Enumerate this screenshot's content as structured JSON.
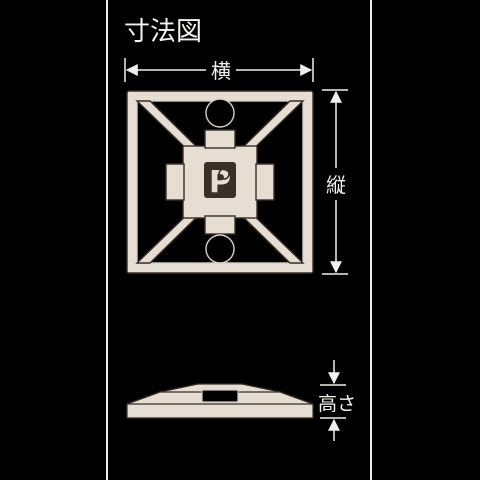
{
  "title": "寸法図",
  "dimensions": {
    "width_label": "横",
    "length_label": "縦",
    "height_label": "高さ"
  },
  "logo": {
    "letter": "P"
  },
  "colors": {
    "background": "#000000",
    "line": "#f2f0ea",
    "part_fill": "#e6ddd3",
    "part_stroke": "#3a2e28"
  }
}
